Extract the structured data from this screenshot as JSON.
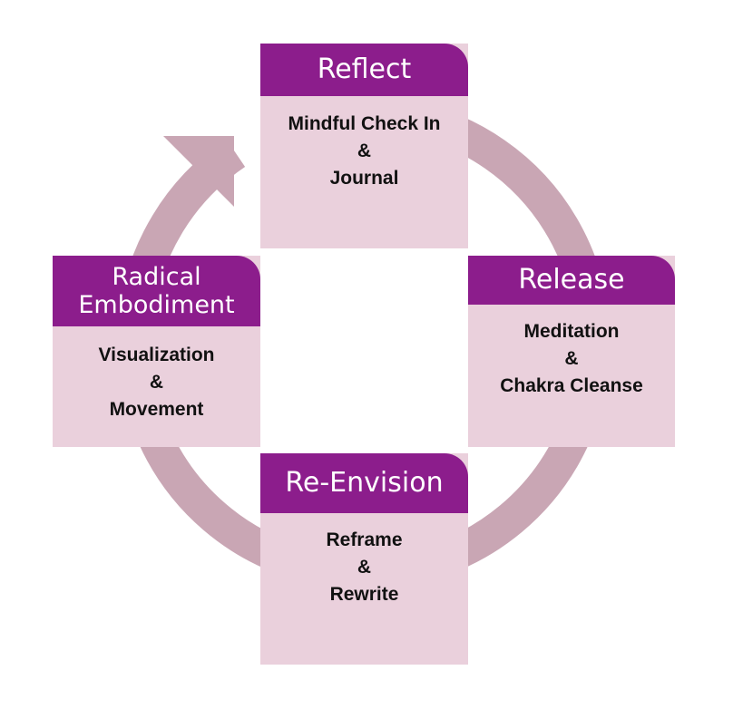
{
  "colors": {
    "header": "#8c1d8c",
    "box_body": "#ead0dc",
    "ring": "#c9a6b4",
    "header_text": "#ffffff",
    "body_text": "#111111"
  },
  "cycle": {
    "direction": "clockwise",
    "arrow_icon": "curved-cycle-arrow",
    "steps": [
      {
        "id": "reflect",
        "title": [
          "Reflect"
        ],
        "lines": [
          "Mindful Check In",
          "&",
          "Journal"
        ]
      },
      {
        "id": "release",
        "title": [
          "Release"
        ],
        "lines": [
          "Meditation",
          "&",
          "Chakra Cleanse"
        ]
      },
      {
        "id": "reenvision",
        "title": [
          "Re-Envision"
        ],
        "lines": [
          "Reframe",
          "&",
          "Rewrite"
        ]
      },
      {
        "id": "radical",
        "title": [
          "Radical",
          "Embodiment"
        ],
        "lines": [
          "Visualization",
          "&",
          "Movement"
        ]
      }
    ]
  }
}
